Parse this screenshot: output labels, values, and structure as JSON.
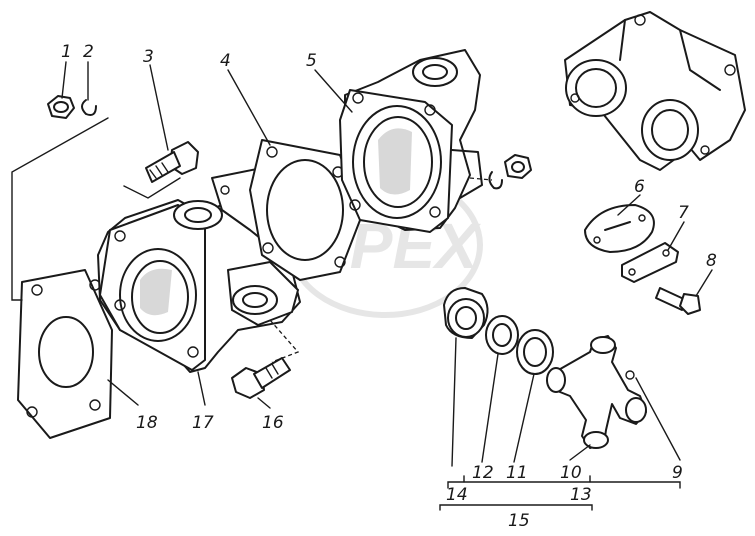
{
  "callouts": [
    {
      "id": "1",
      "text": "1"
    },
    {
      "id": "2",
      "text": "2"
    },
    {
      "id": "3",
      "text": "3"
    },
    {
      "id": "4",
      "text": "4"
    },
    {
      "id": "5",
      "text": "5"
    },
    {
      "id": "6",
      "text": "6"
    },
    {
      "id": "7",
      "text": "7"
    },
    {
      "id": "8",
      "text": "8"
    },
    {
      "id": "9",
      "text": "9"
    },
    {
      "id": "10",
      "text": "10"
    },
    {
      "id": "11",
      "text": "11"
    },
    {
      "id": "12",
      "text": "12"
    },
    {
      "id": "13",
      "text": "13"
    },
    {
      "id": "14",
      "text": "14"
    },
    {
      "id": "15",
      "text": "15"
    },
    {
      "id": "16",
      "text": "16"
    },
    {
      "id": "17",
      "text": "17"
    },
    {
      "id": "18",
      "text": "18"
    }
  ],
  "watermark": "OPEX",
  "colors": {
    "ink": "#1a1a1a",
    "paper": "#ffffff",
    "watermark": "#e6e6e6"
  }
}
